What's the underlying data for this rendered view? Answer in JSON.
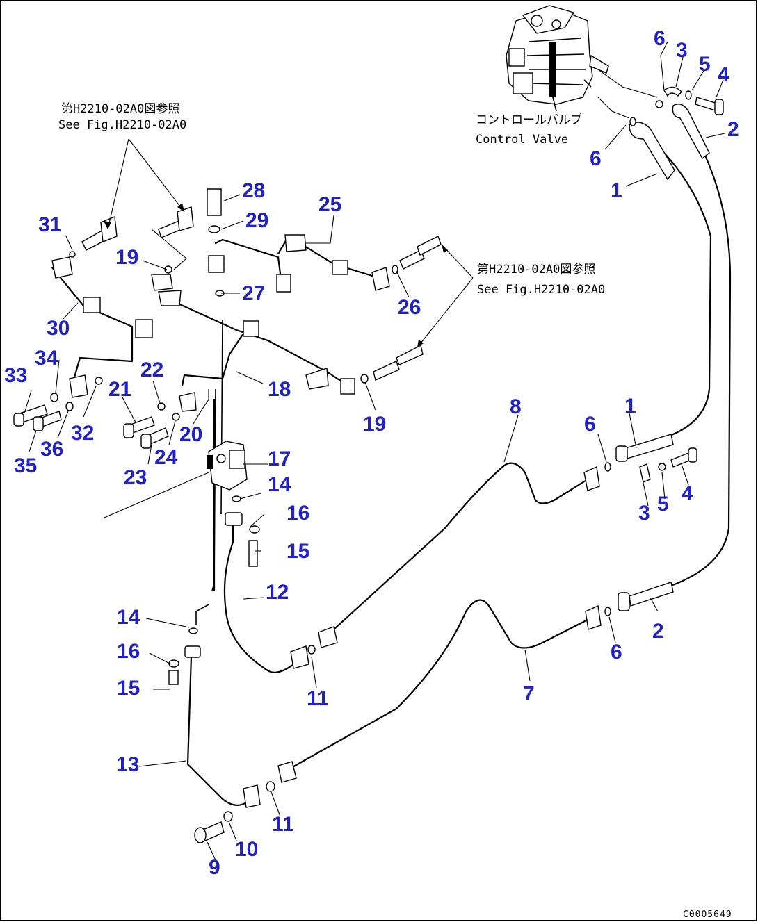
{
  "references": {
    "top_left_jp": "第H2210-02A0図参照",
    "top_left_en": "See Fig.H2210-02A0",
    "mid_right_jp": "第H2210-02A0図参照",
    "mid_right_en": "See Fig.H2210-02A0"
  },
  "control_valve": {
    "jp": "コントロールバルブ",
    "en": "Control Valve"
  },
  "drawing_code": "C0005649",
  "callouts": [
    "1",
    "2",
    "3",
    "4",
    "5",
    "6",
    "7",
    "8",
    "9",
    "10",
    "11",
    "12",
    "13",
    "14",
    "15",
    "16",
    "17",
    "18",
    "19",
    "20",
    "21",
    "22",
    "23",
    "24",
    "25",
    "26",
    "27",
    "28",
    "29",
    "30",
    "31",
    "32",
    "33",
    "34",
    "35",
    "36"
  ]
}
